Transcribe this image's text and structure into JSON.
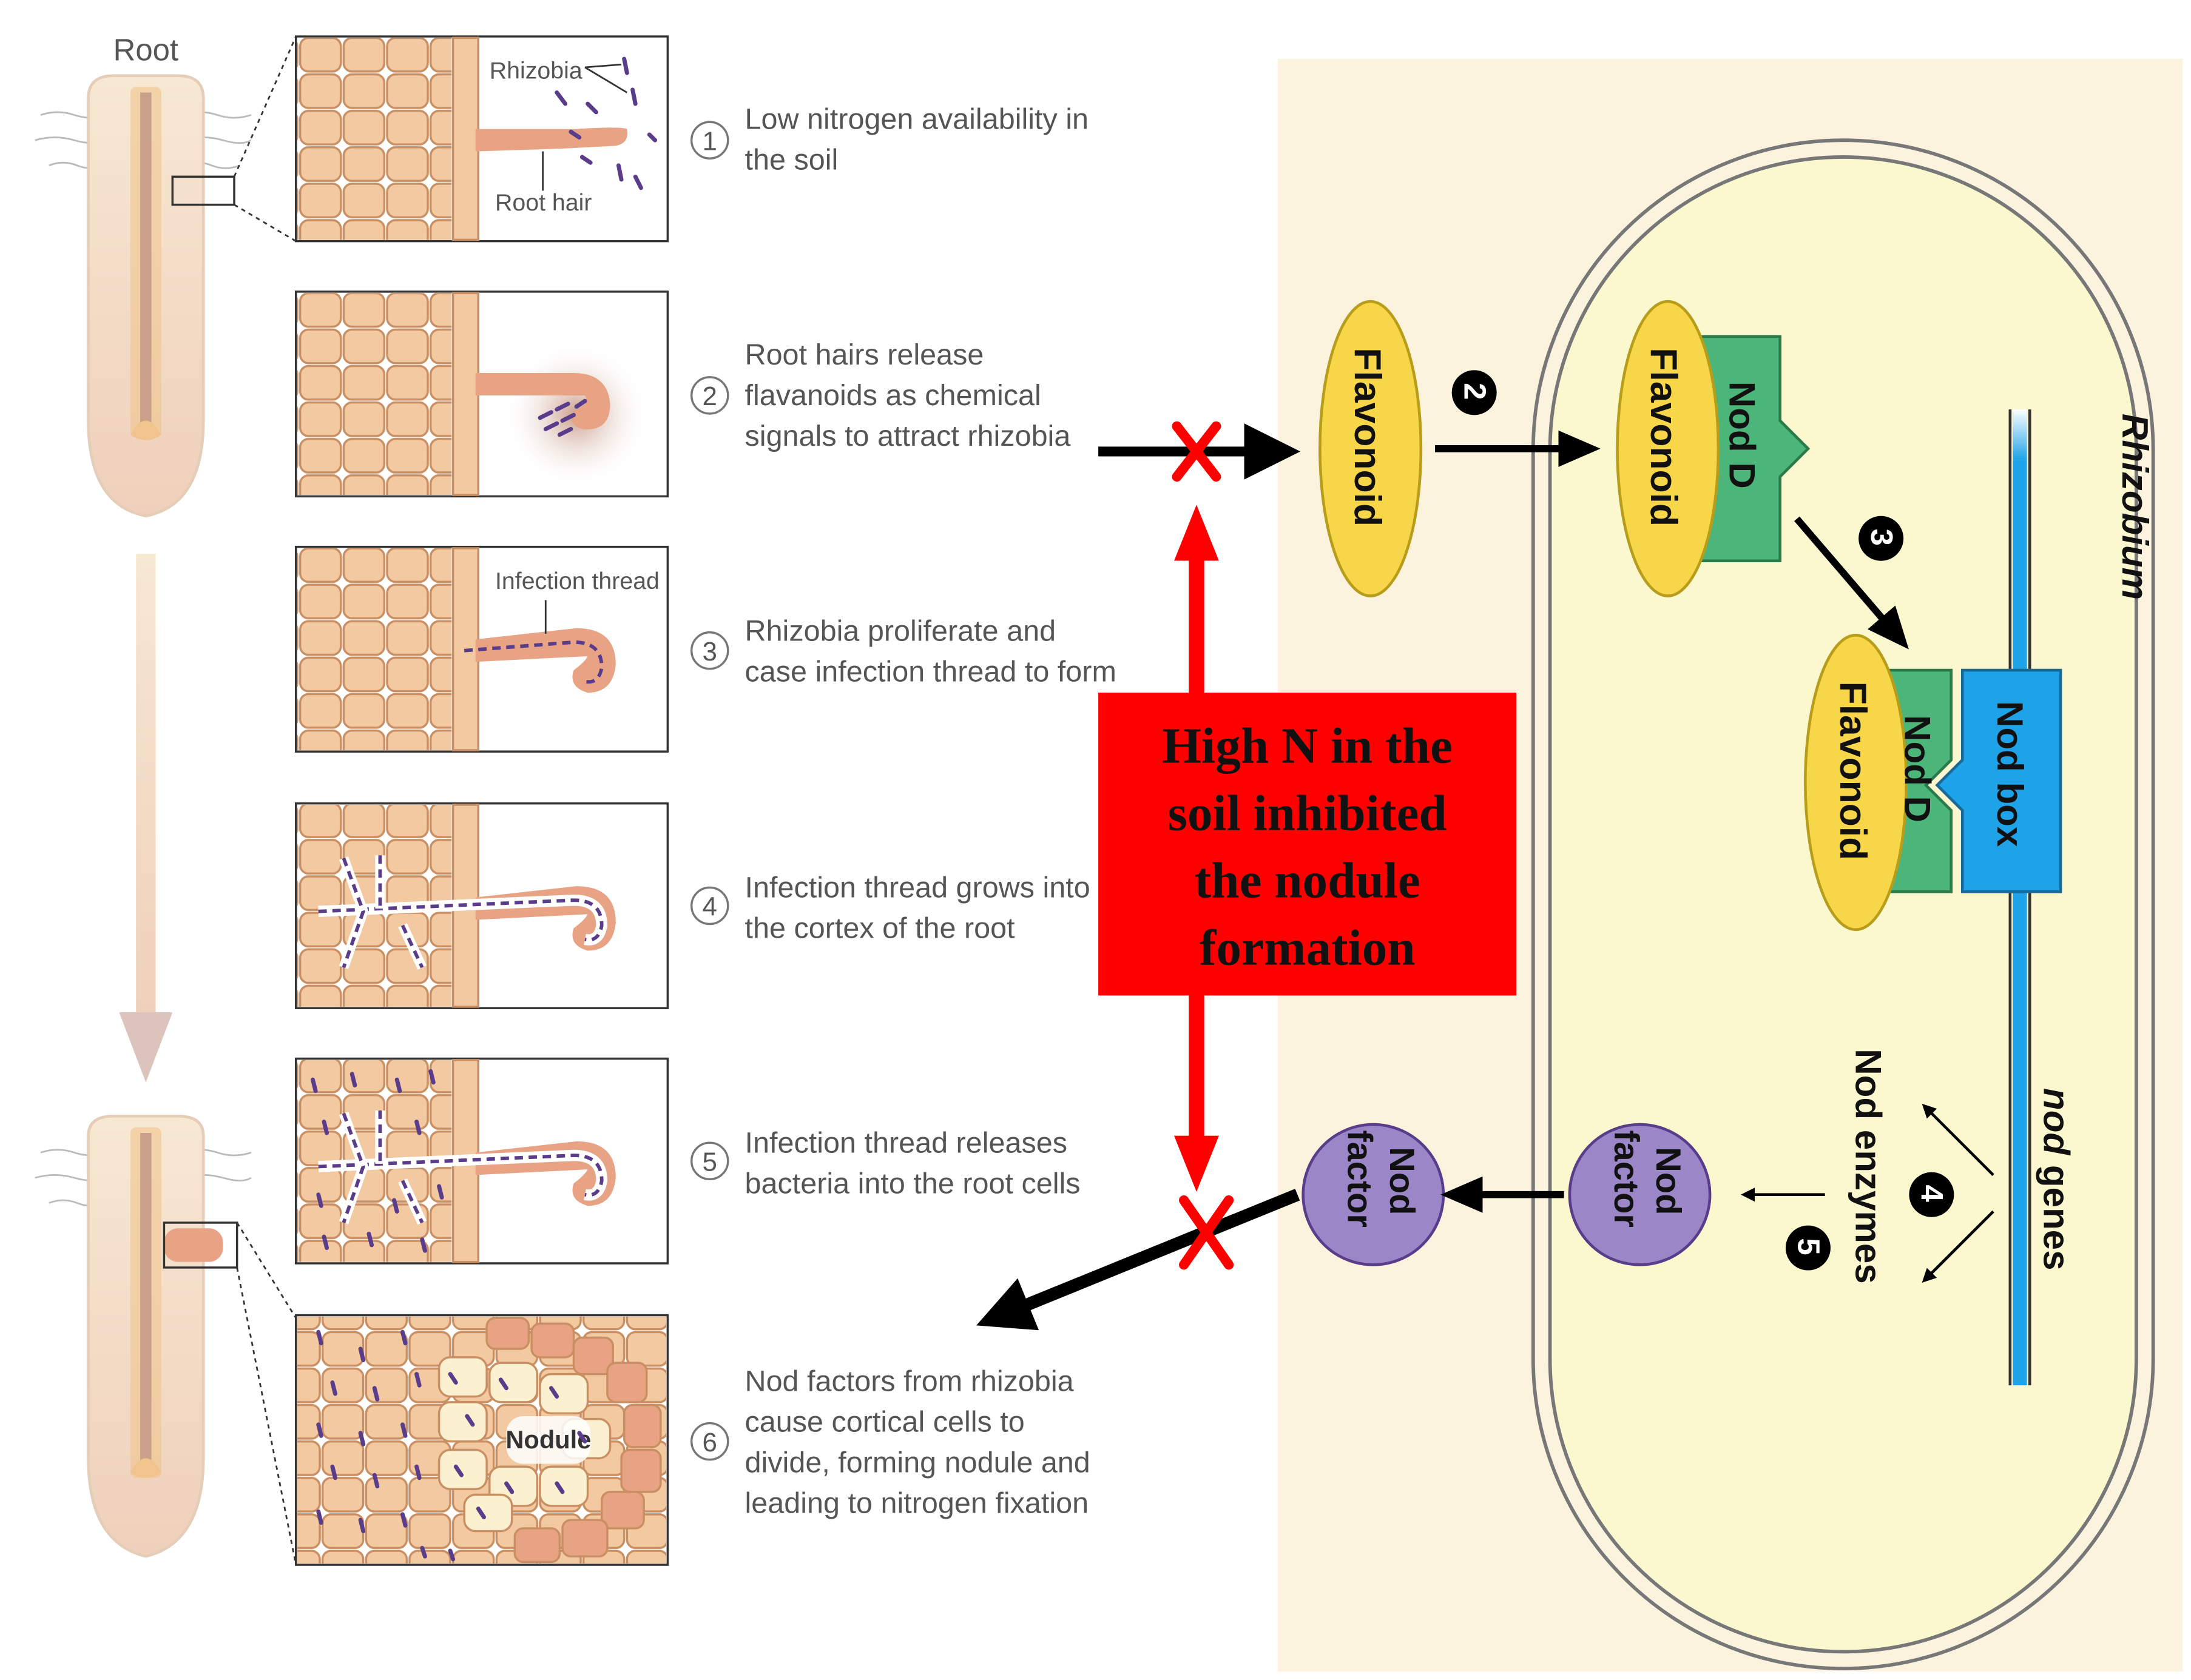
{
  "root_label": "Root",
  "panels": {
    "p1": {
      "rhizobia_label": "Rhizobia",
      "root_hair_label": "Root hair"
    },
    "p3": {
      "infection_thread_label": "Infection thread"
    },
    "p6": {
      "nodule_label": "Nodule"
    }
  },
  "steps": [
    {
      "num": "1",
      "lines": [
        "Low nitrogen availability in",
        "the soil"
      ]
    },
    {
      "num": "2",
      "lines": [
        "Root hairs release",
        "flavanoids as chemical",
        "signals to attract rhizobia"
      ]
    },
    {
      "num": "3",
      "lines": [
        "Rhizobia proliferate and",
        "case infection thread to form"
      ]
    },
    {
      "num": "4",
      "lines": [
        "Infection thread grows into",
        "the cortex of the root"
      ]
    },
    {
      "num": "5",
      "lines": [
        "Infection thread releases",
        "bacteria into the root cells"
      ]
    },
    {
      "num": "6",
      "lines": [
        "Nod factors from rhizobia",
        "cause cortical cells to",
        "divide, forming nodule and",
        "leading to nitrogen fixation"
      ]
    }
  ],
  "inhibition_box": {
    "lines": [
      "High N in the",
      "soil inhibited",
      "the nodule",
      "formation"
    ]
  },
  "bacterium": {
    "name": "Rhizobium",
    "flavonoid_label": "Flavonoid",
    "nod_d_label": "Nod D",
    "nod_box_label": "Nod box",
    "nod_genes_italic": "nod",
    "nod_genes_rest": " genes",
    "nod_enzymes_label": "Nod enzymes",
    "nod_factor_lines": [
      "Nod",
      "factor"
    ],
    "step_markers": [
      "2",
      "3",
      "4",
      "5"
    ]
  },
  "colors": {
    "root_fill": "#f6e4cc",
    "cell_fill": "#f2c9a0",
    "cell_stroke": "#c98f63",
    "root_hair": "#e8a385",
    "bacteria": "#5a3d8a",
    "panel_bg": "#fcf3df",
    "cell_interior": "#fbf7cf",
    "flavonoid": "#f7d64a",
    "nod_d": "#4cb67a",
    "nod_box": "#1ea3e8",
    "dna": "#1ea3e8",
    "nod_factor": "#9b86c8",
    "inhibit_red": "#ff0000",
    "arrow_black": "#000000",
    "root_arrow": "#dcc4bd"
  }
}
